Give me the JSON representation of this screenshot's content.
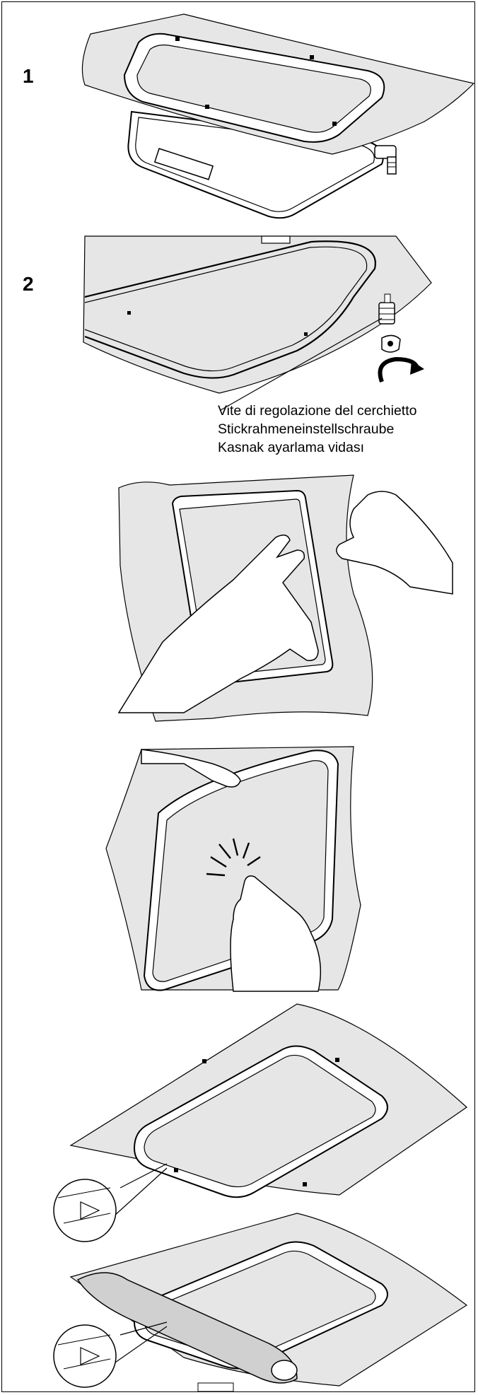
{
  "steps": {
    "step1": "1",
    "step2": "2"
  },
  "callout": {
    "line1": "Vite di regolazione del cerchietto",
    "line2": "Stickrahmeneinstellschraube",
    "line3": "Kasnak ayarlama vidası"
  },
  "colors": {
    "fabric": "#e6e6e6",
    "frame": "#ffffff",
    "stroke": "#000000"
  }
}
